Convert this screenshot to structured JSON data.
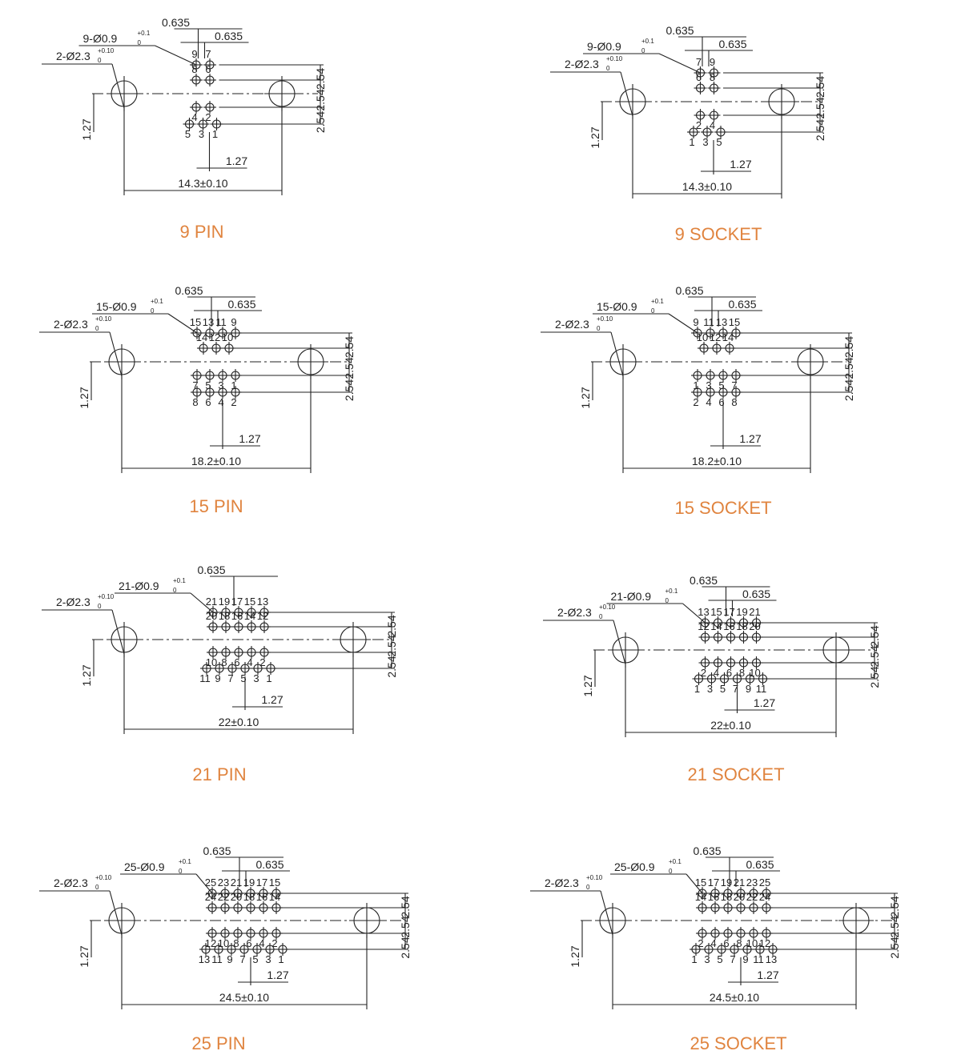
{
  "panels": [
    {
      "key": "p9",
      "caption": "9 PIN",
      "pin_callout": "9-Ø0.9",
      "hole_callout": "2-Ø2.3",
      "tol_pin_upper": "+0.1",
      "tol_pin_lower": "0",
      "tol_hole_upper": "+0.10",
      "tol_hole_lower": "0",
      "width_dim": "14.3±0.10",
      "pitch_label": "1.27",
      "offset_labels": [
        "0.635",
        "0.635"
      ],
      "row_pitch_labels": [
        "2.54",
        "2.54",
        "2.54"
      ],
      "row_rows_labels": [
        [
          "9",
          "7"
        ],
        [
          "8",
          "6"
        ],
        [
          "4",
          "2"
        ],
        [
          "5",
          "3",
          "1"
        ]
      ]
    },
    {
      "key": "s9",
      "caption": "9 SOCKET",
      "pin_callout": "9-Ø0.9",
      "hole_callout": "2-Ø2.3",
      "tol_pin_upper": "+0.1",
      "tol_pin_lower": "0",
      "tol_hole_upper": "+0.10",
      "tol_hole_lower": "0",
      "width_dim": "14.3±0.10",
      "pitch_label": "1.27",
      "offset_labels": [
        "0.635",
        "0.635"
      ],
      "row_pitch_labels": [
        "2.54",
        "2.54",
        "2.54"
      ],
      "row_rows_labels": [
        [
          "7",
          "9"
        ],
        [
          "6",
          "8"
        ],
        [
          "2",
          "4"
        ],
        [
          "1",
          "3",
          "5"
        ]
      ]
    },
    {
      "key": "p15",
      "caption": "15 PIN",
      "pin_callout": "15-Ø0.9",
      "hole_callout": "2-Ø2.3",
      "tol_pin_upper": "+0.1",
      "tol_pin_lower": "0",
      "tol_hole_upper": "+0.10",
      "tol_hole_lower": "0",
      "width_dim": "18.2±0.10",
      "pitch_label": "1.27",
      "offset_labels": [
        "0.635",
        "0.635"
      ],
      "row_pitch_labels": [
        "2.54",
        "2.54",
        "2.54"
      ],
      "row_rows_labels": [
        [
          "15",
          "13",
          "11",
          "9"
        ],
        [
          "14",
          "12",
          "10"
        ],
        [
          "7",
          "5",
          "3",
          "1"
        ],
        [
          "8",
          "6",
          "4",
          "2"
        ]
      ]
    },
    {
      "key": "s15",
      "caption": "15 SOCKET",
      "pin_callout": "15-Ø0.9",
      "hole_callout": "2-Ø2.3",
      "tol_pin_upper": "+0.1",
      "tol_pin_lower": "0",
      "tol_hole_upper": "+0.10",
      "tol_hole_lower": "0",
      "width_dim": "18.2±0.10",
      "pitch_label": "1.27",
      "offset_labels": [
        "0.635",
        "0.635"
      ],
      "row_pitch_labels": [
        "2.54",
        "2.54",
        "2.54"
      ],
      "row_rows_labels": [
        [
          "9",
          "11",
          "13",
          "15"
        ],
        [
          "10",
          "12",
          "14"
        ],
        [
          "1",
          "3",
          "5",
          "7"
        ],
        [
          "2",
          "4",
          "6",
          "8"
        ]
      ]
    },
    {
      "key": "p21",
      "caption": "21 PIN",
      "pin_callout": "21-Ø0.9",
      "hole_callout": "2-Ø2.3",
      "tol_pin_upper": "+0.1",
      "tol_pin_lower": "0",
      "tol_hole_upper": "+0.10",
      "tol_hole_lower": "0",
      "width_dim": "22±0.10",
      "pitch_label": "1.27",
      "offset_labels": [
        "0.635"
      ],
      "row_pitch_labels": [
        "2.54",
        "2.54",
        "2.54"
      ],
      "row_rows_labels": [
        [
          "21",
          "19",
          "17",
          "15",
          "13"
        ],
        [
          "20",
          "18",
          "16",
          "14",
          "12"
        ],
        [
          "10",
          "8",
          "6",
          "4",
          "2"
        ],
        [
          "11",
          "9",
          "7",
          "5",
          "3",
          "1"
        ]
      ]
    },
    {
      "key": "s21",
      "caption": "21 SOCKET",
      "pin_callout": "21-Ø0.9",
      "hole_callout": "2-Ø2.3",
      "tol_pin_upper": "+0.1",
      "tol_pin_lower": "0",
      "tol_hole_upper": "+0.10",
      "tol_hole_lower": "0",
      "width_dim": "22±0.10",
      "pitch_label": "1.27",
      "offset_labels": [
        "0.635",
        "0.635"
      ],
      "row_pitch_labels": [
        "2.54",
        "2.54",
        "2.54"
      ],
      "row_rows_labels": [
        [
          "13",
          "15",
          "17",
          "19",
          "21"
        ],
        [
          "12",
          "14",
          "16",
          "18",
          "20"
        ],
        [
          "2",
          "4",
          "6",
          "8",
          "10"
        ],
        [
          "1",
          "3",
          "5",
          "7",
          "9",
          "11"
        ]
      ]
    },
    {
      "key": "p25",
      "caption": "25 PIN",
      "pin_callout": "25-Ø0.9",
      "hole_callout": "2-Ø2.3",
      "tol_pin_upper": "+0.1",
      "tol_pin_lower": "0",
      "tol_hole_upper": "+0.10",
      "tol_hole_lower": "0",
      "width_dim": "24.5±0.10",
      "pitch_label": "1.27",
      "offset_labels": [
        "0.635",
        "0.635"
      ],
      "row_pitch_labels": [
        "2.54",
        "2.54",
        "2.54"
      ],
      "row_rows_labels": [
        [
          "25",
          "23",
          "21",
          "19",
          "17",
          "15"
        ],
        [
          "24",
          "22",
          "20",
          "18",
          "16",
          "14"
        ],
        [
          "12",
          "10",
          "8",
          "6",
          "4",
          "2"
        ],
        [
          "13",
          "11",
          "9",
          "7",
          "5",
          "3",
          "1"
        ]
      ]
    },
    {
      "key": "s25",
      "caption": "25 SOCKET",
      "pin_callout": "25-Ø0.9",
      "hole_callout": "2-Ø2.3",
      "tol_pin_upper": "+0.1",
      "tol_pin_lower": "0",
      "tol_hole_upper": "+0.10",
      "tol_hole_lower": "0",
      "width_dim": "24.5±0.10",
      "pitch_label": "1.27",
      "offset_labels": [
        "0.635",
        "0.635"
      ],
      "row_pitch_labels": [
        "2.54",
        "2.54",
        "2.54"
      ],
      "row_rows_labels": [
        [
          "15",
          "17",
          "19",
          "21",
          "23",
          "25"
        ],
        [
          "14",
          "16",
          "18",
          "20",
          "22",
          "24"
        ],
        [
          "2",
          "4",
          "6",
          "8",
          "10",
          "12"
        ],
        [
          "1",
          "3",
          "5",
          "7",
          "9",
          "11",
          "13"
        ]
      ]
    }
  ],
  "colors": {
    "caption": "#e0843f",
    "lines": "#222222"
  }
}
